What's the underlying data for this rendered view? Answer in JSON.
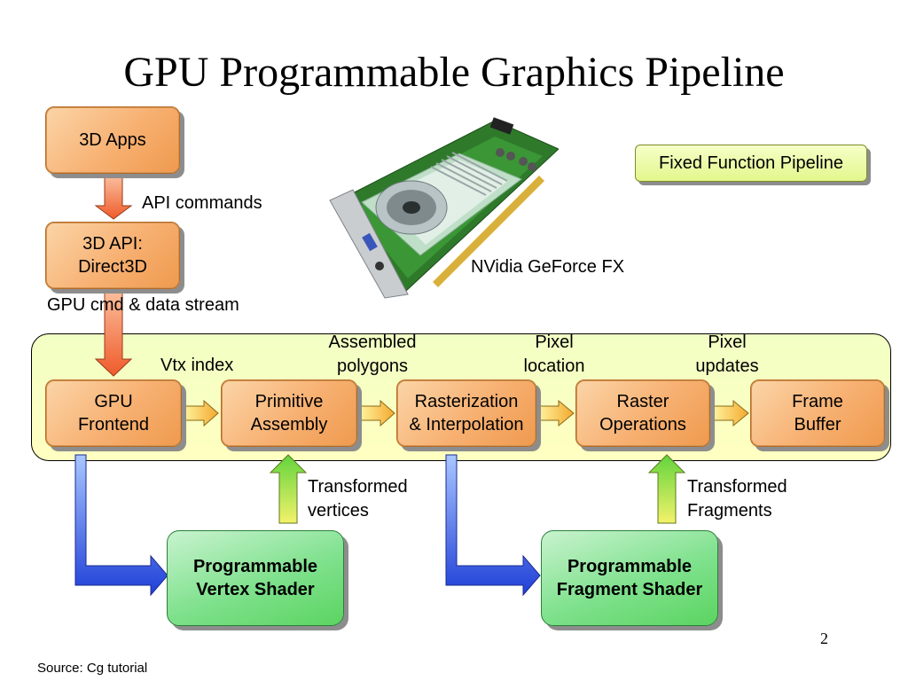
{
  "slide": {
    "title": "GPU Programmable Graphics Pipeline",
    "page_number": "2",
    "source": "Source: Cg tutorial"
  },
  "legend": {
    "fixed_function": "Fixed Function Pipeline"
  },
  "gpu_card": {
    "caption": "NVidia GeForce FX"
  },
  "nodes": {
    "apps": "3D Apps",
    "api": "3D API:\nDirect3D",
    "frontend": "GPU\nFrontend",
    "primitive": "Primitive\nAssembly",
    "raster": "Rasterization\n& Interpolation",
    "rop": "Raster\nOperations",
    "framebuffer": "Frame\nBuffer",
    "vertex_shader": "Programmable\nVertex Shader",
    "fragment_shader": "Programmable\nFragment Shader"
  },
  "edge_labels": {
    "api_commands": "API commands",
    "cmd_stream": "GPU cmd & data stream",
    "vtx_index": "Vtx index",
    "assembled": "Assembled\npolygons",
    "pixel_location": "Pixel\nlocation",
    "pixel_updates": "Pixel\nupdates",
    "transformed_vertices": "Transformed\nvertices",
    "transformed_fragments": "Transformed\nFragments"
  },
  "colors": {
    "fixed_stage": "#f7b071",
    "programmable_stage": "#6fdc7c",
    "fixed_panel": "#f4ffc4",
    "blue_arrow": "#3050e0",
    "red_arrow": "#f0703a"
  }
}
